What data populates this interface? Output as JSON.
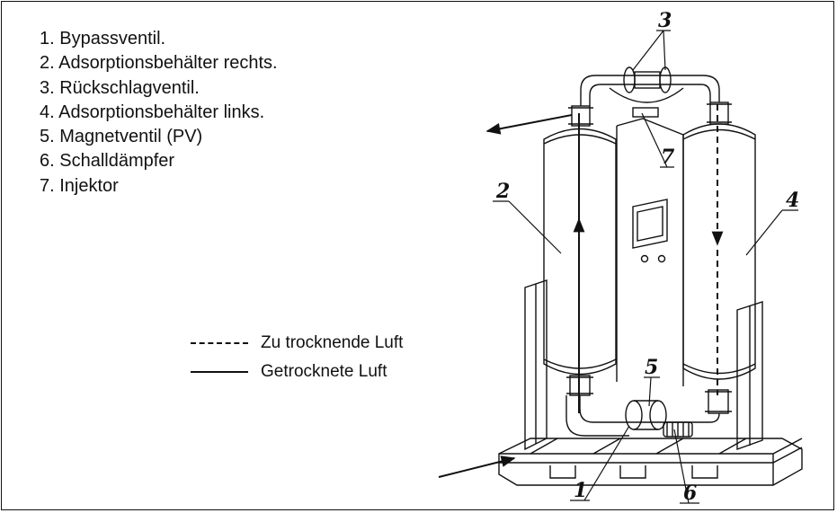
{
  "parts_list": [
    "1. Bypassventil.",
    "2. Adsorptionsbehälter rechts.",
    "3. Rückschlagventil.",
    "4. Adsorptionsbehälter links.",
    "5. Magnetventil (PV)",
    "6. Schalldämpfer",
    "7. Injektor"
  ],
  "legend": {
    "dashed_label": "Zu trocknende Luft",
    "solid_label": "Getrocknete Luft"
  },
  "callouts": {
    "n1": "1",
    "n2": "2",
    "n3": "3",
    "n4": "4",
    "n5": "5",
    "n6": "6",
    "n7": "7"
  }
}
